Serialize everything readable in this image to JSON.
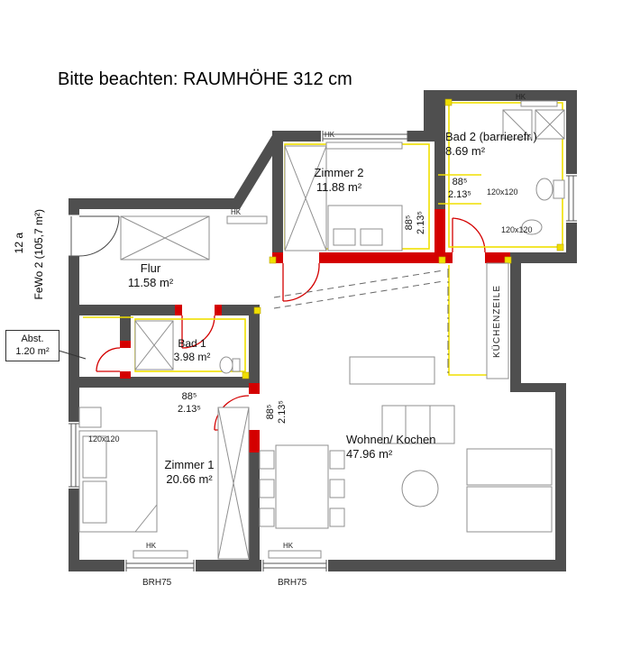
{
  "title": "Bitte beachten: RAUMHÖHE 312 cm",
  "unit": {
    "number": "12 a",
    "name": "FeWo 2 (105,7 m²)"
  },
  "rooms": {
    "zimmer2": {
      "name": "Zimmer 2",
      "area": "11.88 m²"
    },
    "bad2": {
      "name": "Bad 2 (barrierefr.)",
      "area": "8.69 m²"
    },
    "flur": {
      "name": "Flur",
      "area": "11.58 m²"
    },
    "bad1": {
      "name": "Bad 1",
      "area": "3.98 m²"
    },
    "abst": {
      "name": "Abst.",
      "area": "1.20 m²"
    },
    "zimmer1": {
      "name": "Zimmer 1",
      "area": "20.66 m²"
    },
    "wohnen_kochen": {
      "name": "Wohnen/ Kochen",
      "area": "47.96 m²"
    },
    "kuechenzeile": {
      "name": "KÜCHENZEILE"
    }
  },
  "annotations": {
    "door_width": "88⁵",
    "door_height": "2.13⁵",
    "window_size": "120x120",
    "sill_height": "BRH75",
    "radiator": "HK"
  },
  "colors": {
    "wall": "#4f4f4f",
    "door_accent": "#d40000",
    "services": "#f0df00"
  }
}
